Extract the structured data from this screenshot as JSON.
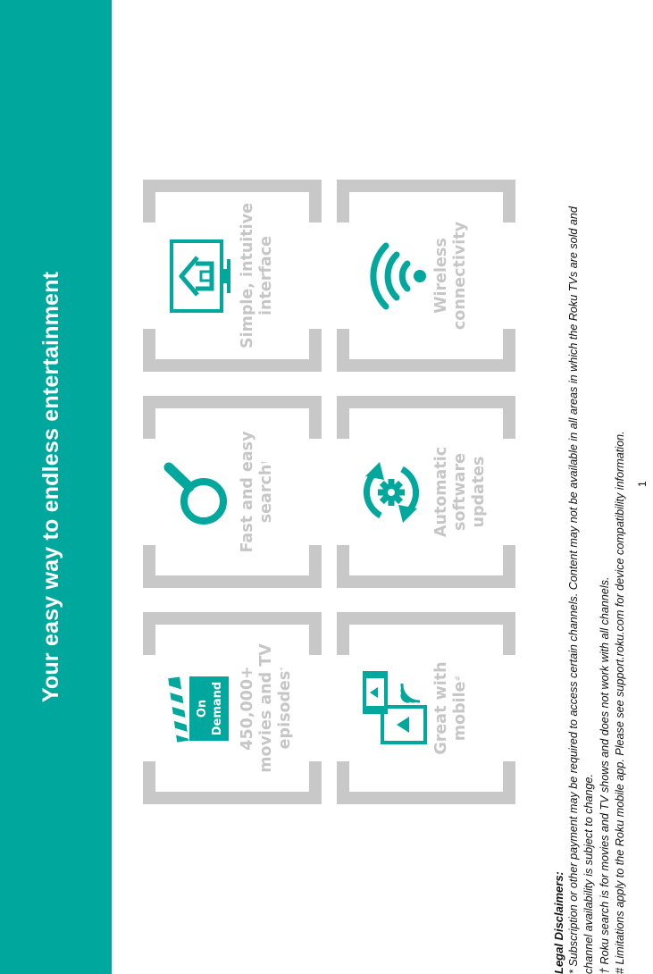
{
  "banner": {
    "title": "Your easy way to endless entertainment",
    "background": "#00a79d"
  },
  "features": [
    {
      "icon": "clapperboard-on-demand-icon",
      "icon_text_line1": "On",
      "icon_text_line2": "Demand",
      "line1": "450,000+",
      "line2": "movies and TV",
      "line3": "episodes",
      "mark": "*"
    },
    {
      "icon": "magnifier-search-icon",
      "line1": "Fast and easy",
      "line2": "search",
      "mark": "†"
    },
    {
      "icon": "tv-home-icon",
      "line1": "Simple, intuitive",
      "line2": "interface"
    },
    {
      "icon": "mobile-cast-icon",
      "line1": "Great with",
      "line2": "mobile",
      "mark": "#"
    },
    {
      "icon": "gear-sync-icon",
      "line1": "Automatic",
      "line2": "software",
      "line3": "updates"
    },
    {
      "icon": "wifi-icon",
      "line1": "Wireless",
      "line2": "connectivity"
    }
  ],
  "colors": {
    "accent": "#00a79d",
    "tile_frame": "#c8c8c8",
    "tile_text": "#c6c6c6"
  },
  "legal": {
    "heading": "Legal Disclaimers:",
    "line1": "* Subscription or other payment may be required to access certain channels. Content may not be available in all areas in which the Roku TVs are sold and",
    "line2": "channel availability is subject to change.",
    "line3": "† Roku search is for movies and TV shows and does not work with all channels.",
    "line4": "# Limitations apply to the Roku mobile app. Please see support.roku.com for device compatibility information."
  },
  "page_number": "1"
}
